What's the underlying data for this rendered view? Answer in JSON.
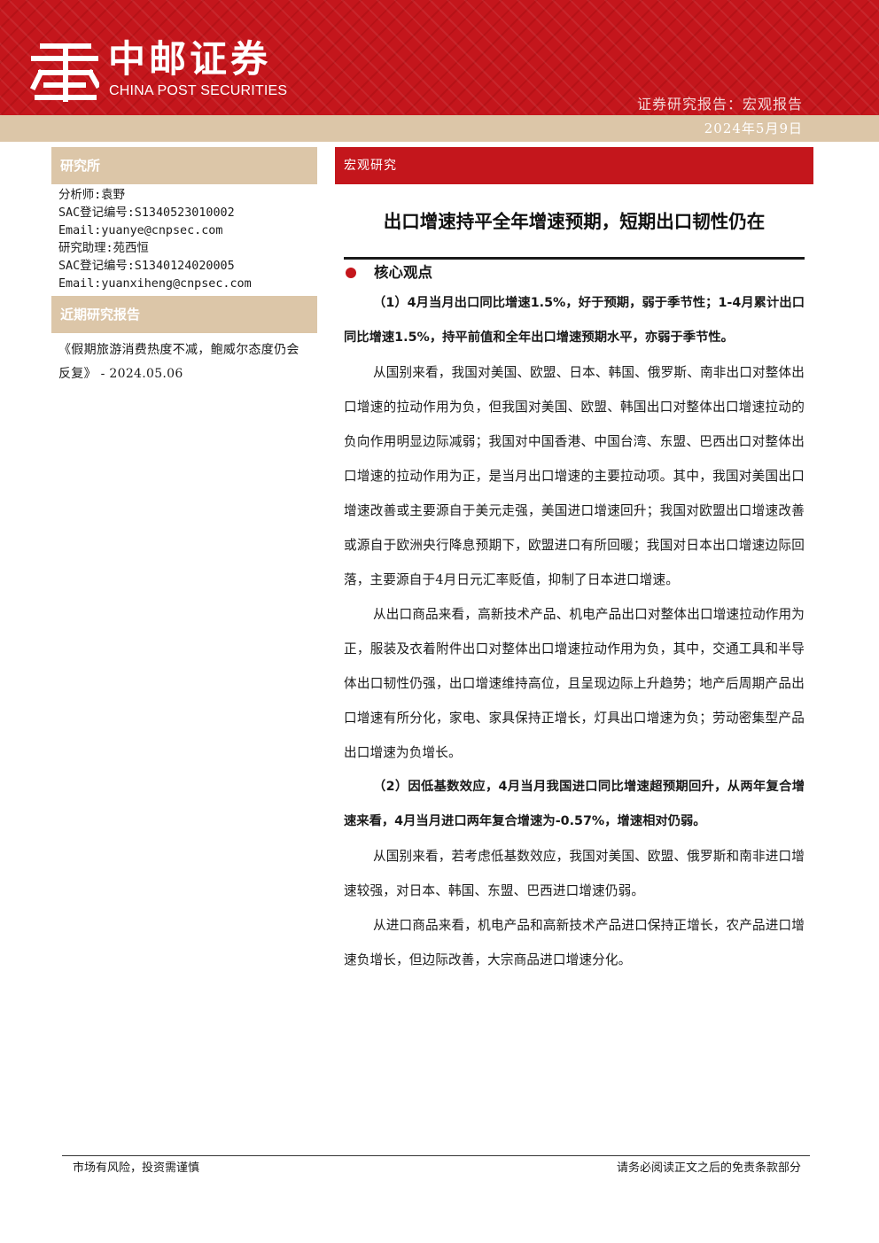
{
  "header": {
    "brand_cn": "中邮证券",
    "brand_en": "CHINA POST SECURITIES",
    "report_type": "证券研究报告：宏观报告",
    "report_date": "2024年5月9日"
  },
  "sidebar": {
    "institute_title": "研究所",
    "analyst_lines": [
      "分析师:袁野",
      "SAC登记编号:S1340523010002",
      "Email:yuanye@cnpsec.com",
      "研究助理:苑西恒",
      "SAC登记编号:S1340124020005",
      "Email:yuanxiheng@cnpsec.com"
    ],
    "recent_title": "近期研究报告",
    "recent_item": "《假期旅游消费热度不减，鲍威尔态度仍会反复》 - 2024.05.06"
  },
  "main": {
    "section_label": "宏观研究",
    "title": "出口增速持平全年增速预期，短期出口韧性仍在",
    "core_label": "核心观点",
    "paragraphs": [
      {
        "bold": true,
        "text": "（1）4月当月出口同比增速1.5%，好于预期，弱于季节性；1-4月累计出口同比增速1.5%，持平前值和全年出口增速预期水平，亦弱于季节性。"
      },
      {
        "bold": false,
        "text": "从国别来看，我国对美国、欧盟、日本、韩国、俄罗斯、南非出口对整体出口增速的拉动作用为负，但我国对美国、欧盟、韩国出口对整体出口增速拉动的负向作用明显边际减弱；我国对中国香港、中国台湾、东盟、巴西出口对整体出口增速的拉动作用为正，是当月出口增速的主要拉动项。其中，我国对美国出口增速改善或主要源自于美元走强，美国进口增速回升；我国对欧盟出口增速改善或源自于欧洲央行降息预期下，欧盟进口有所回暖；我国对日本出口增速边际回落，主要源自于4月日元汇率贬值，抑制了日本进口增速。"
      },
      {
        "bold": false,
        "text": "从出口商品来看，高新技术产品、机电产品出口对整体出口增速拉动作用为正，服装及衣着附件出口对整体出口增速拉动作用为负，其中，交通工具和半导体出口韧性仍强，出口增速维持高位，且呈现边际上升趋势；地产后周期产品出口增速有所分化，家电、家具保持正增长，灯具出口增速为负；劳动密集型产品出口增速为负增长。"
      },
      {
        "bold": true,
        "text": "（2）因低基数效应，4月当月我国进口同比增速超预期回升，从两年复合增速来看，4月当月进口两年复合增速为-0.57%，增速相对仍弱。"
      },
      {
        "bold": false,
        "text": "从国别来看，若考虑低基数效应，我国对美国、欧盟、俄罗斯和南非进口增速较强，对日本、韩国、东盟、巴西进口增速仍弱。"
      },
      {
        "bold": false,
        "text": "从进口商品来看，机电产品和高新技术产品进口保持正增长，农产品进口增速负增长，但边际改善，大宗商品进口增速分化。"
      }
    ]
  },
  "footer": {
    "left": "市场有风险，投资需谨慎",
    "right": "请务必阅读正文之后的免责条款部分"
  },
  "colors": {
    "brand_red": "#c4161c",
    "tan": "#dcc6a8"
  }
}
